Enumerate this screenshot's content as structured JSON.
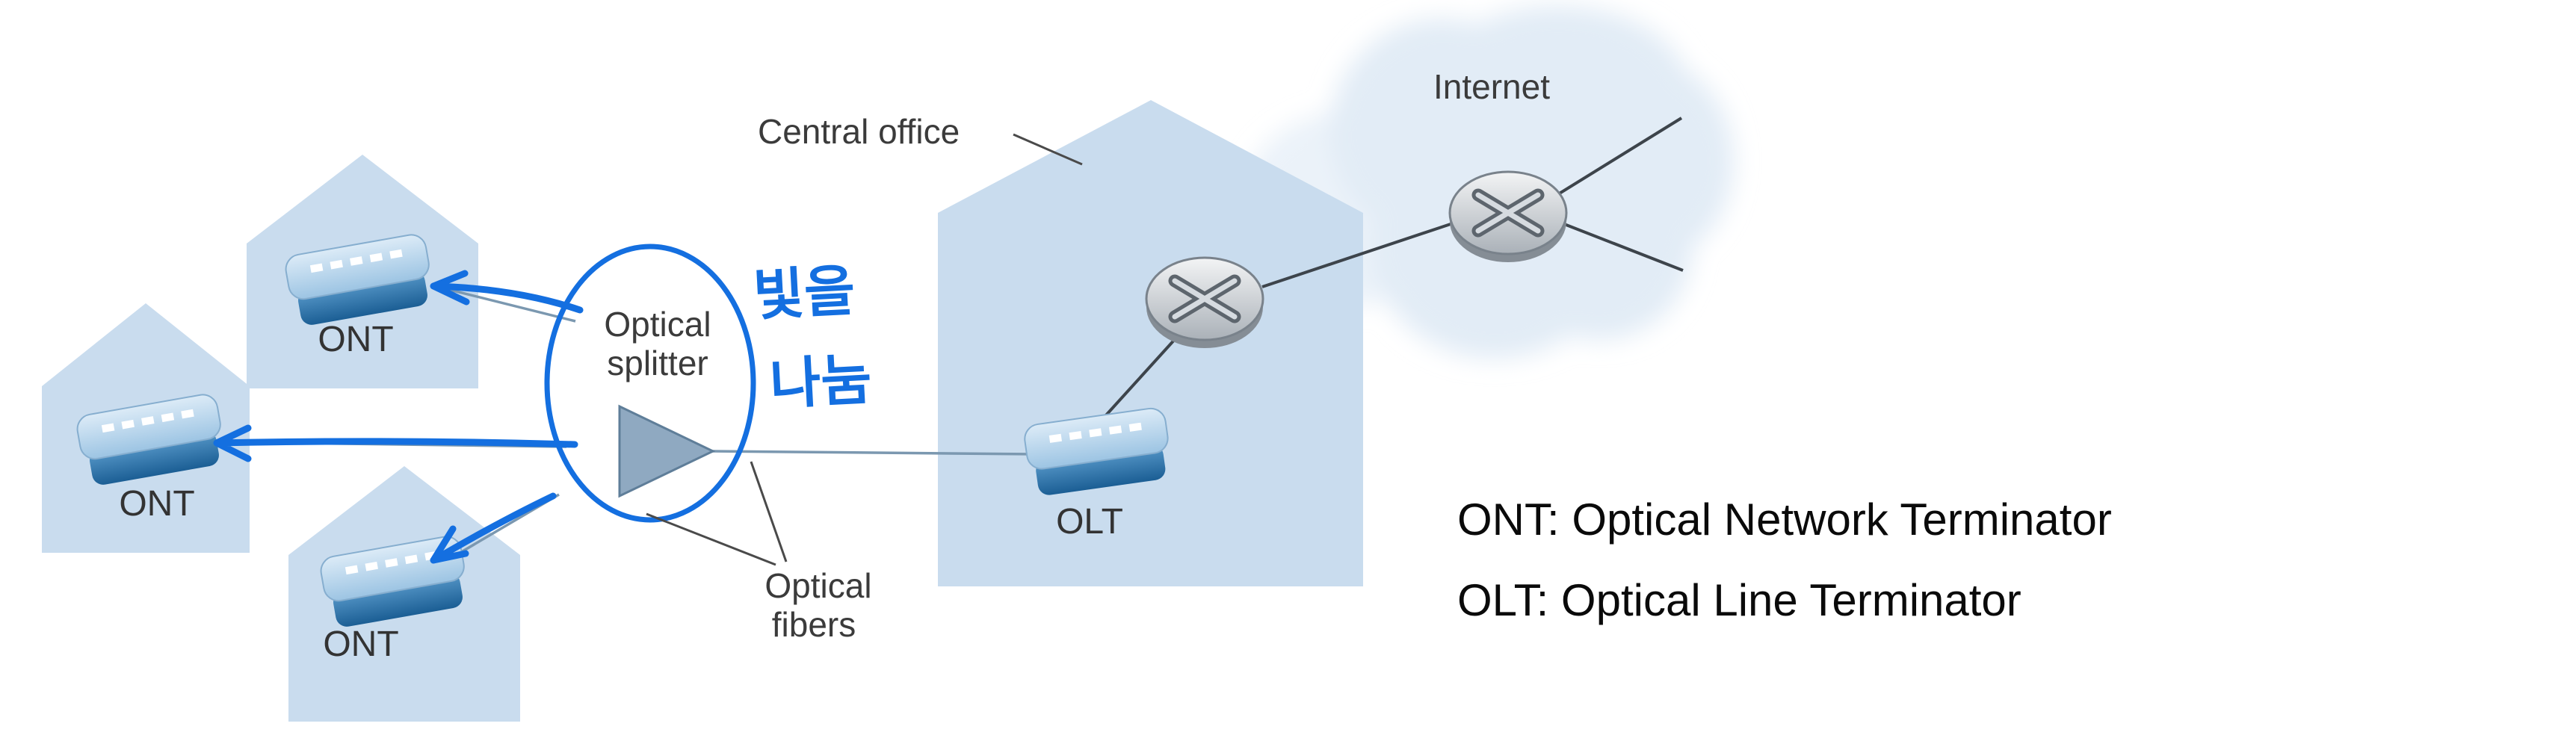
{
  "diagram": {
    "central_office_label": "Central office",
    "internet_label": "Internet",
    "splitter_label": {
      "line1": "Optical",
      "line2": "splitter"
    },
    "fibers_label": {
      "line1": "Optical",
      "line2": "fibers"
    },
    "ont_devices": [
      {
        "label": "ONT"
      },
      {
        "label": "ONT"
      },
      {
        "label": "ONT"
      }
    ],
    "olt_device": {
      "label": "OLT"
    },
    "handwritten_note": {
      "line1": "빛을",
      "line2": "나눔"
    },
    "legend": {
      "ont_line": "ONT: Optical Network Terminator",
      "olt_line": "OLT: Optical Line Terminator"
    },
    "colors": {
      "annotation_blue": "#146fe0",
      "house_fill": "#c9dcee",
      "cloud_fill": "#e2ecf6",
      "fiber_line": "#7b98b0",
      "label_text": "#3b3b3b",
      "legend_text": "#0a0a0a"
    }
  }
}
